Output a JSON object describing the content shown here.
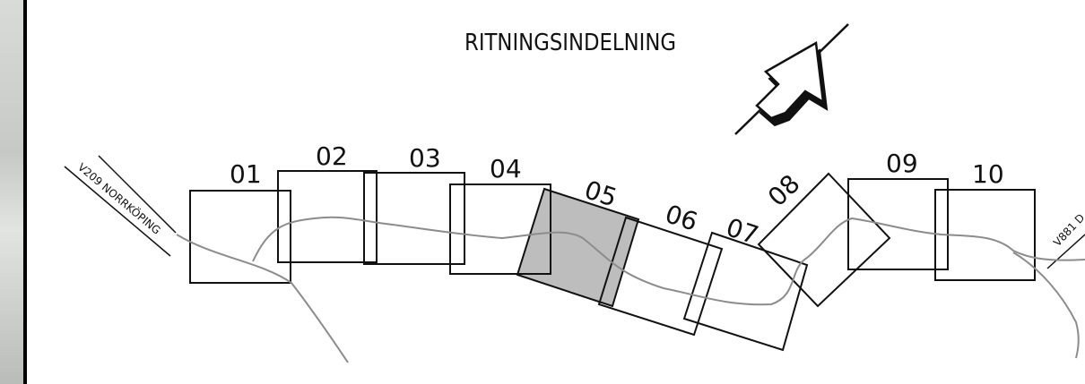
{
  "title": "RITNINGSINDELNING",
  "road_labels": {
    "west": "V209 NORRKÖPING",
    "east": "V881 D"
  },
  "sheets": [
    {
      "id": "01",
      "highlighted": false
    },
    {
      "id": "02",
      "highlighted": false
    },
    {
      "id": "03",
      "highlighted": false
    },
    {
      "id": "04",
      "highlighted": false
    },
    {
      "id": "05",
      "highlighted": true
    },
    {
      "id": "06",
      "highlighted": false
    },
    {
      "id": "07",
      "highlighted": false
    },
    {
      "id": "08",
      "highlighted": false
    },
    {
      "id": "09",
      "highlighted": false
    },
    {
      "id": "10",
      "highlighted": false
    }
  ],
  "colors": {
    "highlight_fill": "#bdbdbd",
    "road_line": "#8c8c8c",
    "outline": "#111111"
  },
  "north_arrow_icon": "north-arrow-icon"
}
